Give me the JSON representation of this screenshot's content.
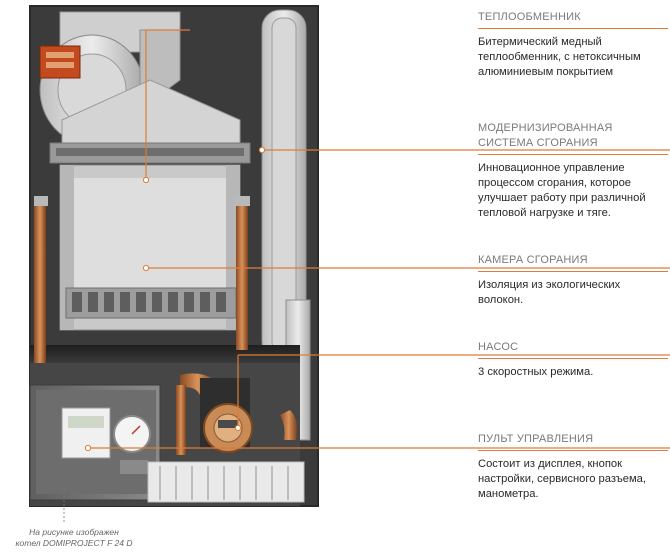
{
  "sections": [
    {
      "title": "ТЕПЛООБМЕННИК",
      "desc": "Битермический медный теплообменник, с нетоксичным алюминиевым покрытием"
    },
    {
      "title": "МОДЕРНИЗИРОВАННАЯ СИСТЕМА СГОРАНИЯ",
      "desc": "Инновационное управление процессом сгорания, которое улучшает работу при различной тепловой нагрузке и тяге."
    },
    {
      "title": "КАМЕРА СГОРАНИЯ",
      "desc": "Изоляция из экологических волокон."
    },
    {
      "title": "НАСОС",
      "desc": "3 скоростных режима."
    },
    {
      "title": "ПУЛЬТ УПРАВЛЕНИЯ",
      "desc": "Состоит из дисплея, кнопок настройки, сервисного разъема, манометра."
    }
  ],
  "caption": {
    "line1": "На рисунке изображен",
    "line2": "котел DOMIPROJECT F 24 D"
  },
  "colors": {
    "accent": "#e07b39",
    "title": "#7a7a7a",
    "text": "#2a2a2a"
  }
}
